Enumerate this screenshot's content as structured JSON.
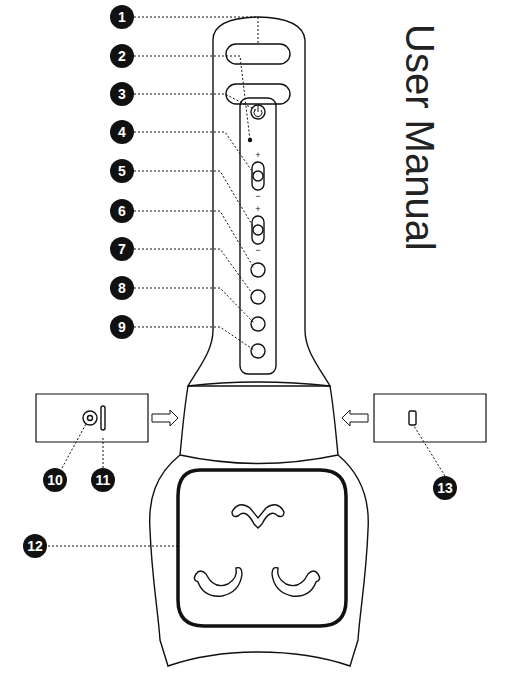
{
  "diagram": {
    "title": "User Manual",
    "labels": [
      "1",
      "2",
      "3",
      "4",
      "5",
      "6",
      "7",
      "8",
      "9",
      "10",
      "11",
      "12",
      "13",
      "+",
      "−",
      "+",
      "−"
    ]
  }
}
